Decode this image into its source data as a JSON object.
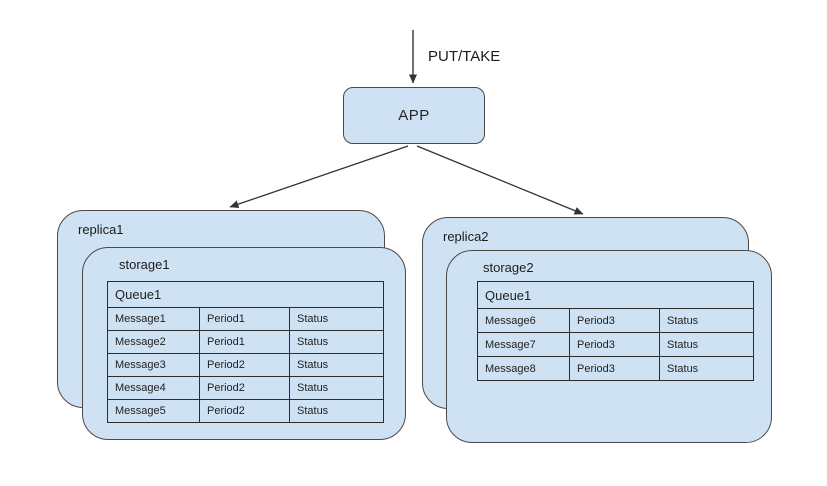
{
  "colors": {
    "node_fill": "#cfe2f3",
    "node_border": "#4a4a4a",
    "table_border": "#2d2d2d",
    "arrow": "#333333"
  },
  "connector": {
    "label": "PUT/TAKE"
  },
  "app": {
    "label": "APP"
  },
  "replicas": [
    {
      "name": "replica1",
      "storage": "storage1",
      "queue": {
        "title": "Queue1",
        "rows": [
          [
            "Message1",
            "Period1",
            "Status"
          ],
          [
            "Message2",
            "Period1",
            "Status"
          ],
          [
            "Message3",
            "Period2",
            "Status"
          ],
          [
            "Message4",
            "Period2",
            "Status"
          ],
          [
            "Message5",
            "Period2",
            "Status"
          ]
        ]
      }
    },
    {
      "name": "replica2",
      "storage": "storage2",
      "queue": {
        "title": "Queue1",
        "rows": [
          [
            "Message6",
            "Period3",
            "Status"
          ],
          [
            "Message7",
            "Period3",
            "Status"
          ],
          [
            "Message8",
            "Period3",
            "Status"
          ]
        ]
      }
    }
  ]
}
